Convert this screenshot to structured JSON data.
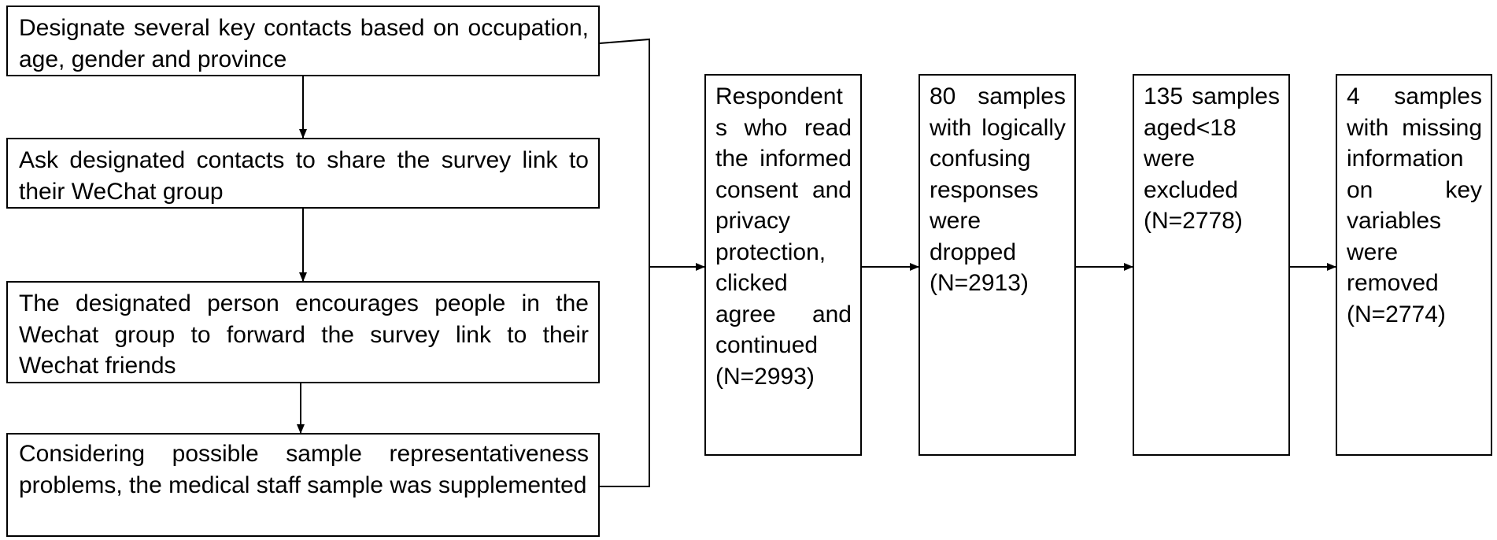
{
  "left_column": {
    "steps": [
      {
        "text": "Designate several key contacts based on occupation, age, gender and province"
      },
      {
        "text": "Ask designated contacts to share the survey link to their WeChat group"
      },
      {
        "text": "The designated person encourages people in the Wechat group to forward the survey link to their Wechat friends"
      },
      {
        "text": "Considering possible sample representativeness problems, the medical staff sample was supplemented"
      }
    ]
  },
  "right_row": {
    "stages": [
      {
        "text": "Respondent\ns who read the informed consent and privacy protection, clicked agree and continued (N=2993)"
      },
      {
        "text": "80 samples with logically confusing responses were dropped (N=2913)"
      },
      {
        "text": "135 samples aged<18 were excluded (N=2778)"
      },
      {
        "text": "4 samples with missing information on key variables were removed\n (N=2774)"
      }
    ]
  },
  "colors": {
    "stroke": "#000000",
    "background": "#ffffff"
  }
}
